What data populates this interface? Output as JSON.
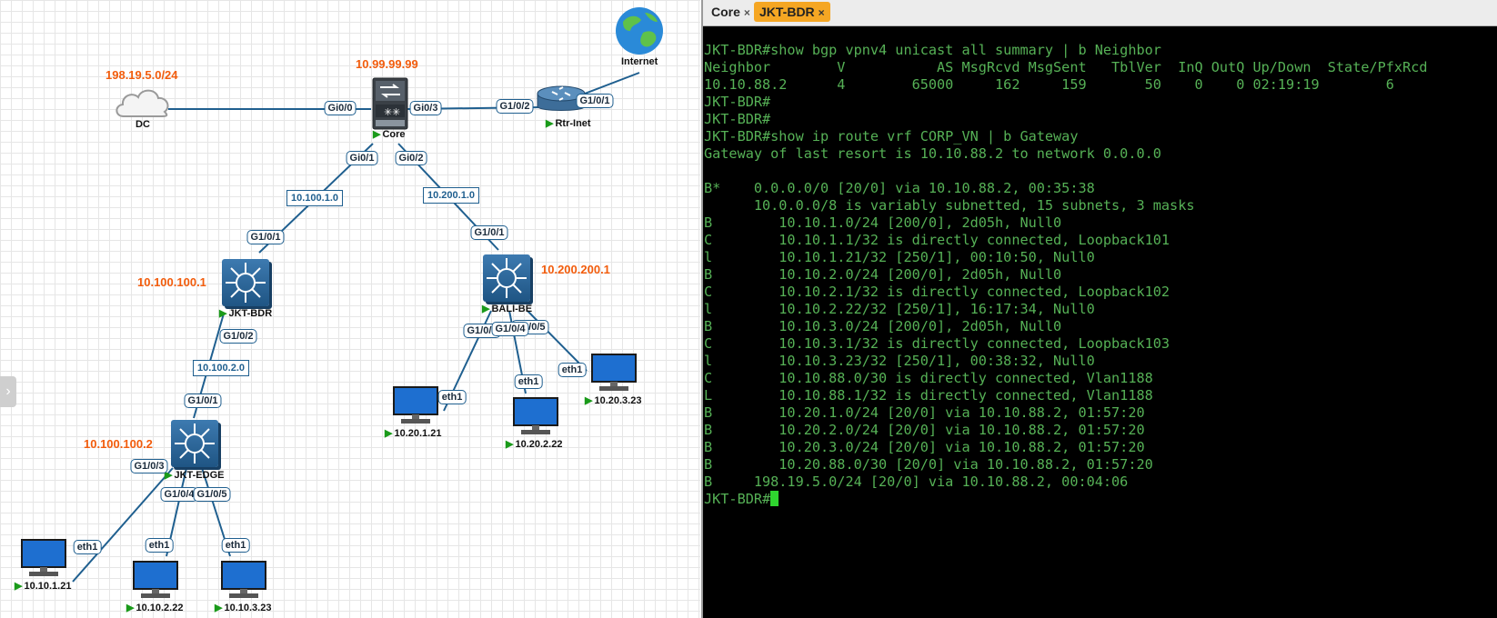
{
  "topology": {
    "cloud_label": "DC",
    "cloud_ip": "198.19.5.0/24",
    "internet_label": "Internet",
    "core": {
      "name": "Core",
      "ip": "10.99.99.99"
    },
    "router": {
      "name": "Rtr-Inet"
    },
    "jkt_bdr": {
      "name": "JKT-BDR",
      "ip": "10.100.100.1"
    },
    "jkt_edge": {
      "name": "JKT-EDGE",
      "ip": "10.100.100.2"
    },
    "bali_be": {
      "name": "BALI-BE",
      "ip": "10.200.200.1"
    },
    "hosts": {
      "h1": "10.10.1.21",
      "h2": "10.10.2.22",
      "h3": "10.10.3.23",
      "h4": "10.20.1.21",
      "h5": "10.20.2.22",
      "h6": "10.20.3.23"
    },
    "ports": {
      "core_gi00": "Gi0/0",
      "core_gi03": "Gi0/3",
      "core_gi01": "Gi0/1",
      "core_gi02": "Gi0/2",
      "rtr_g102": "G1/0/2",
      "rtr_g101": "G1/0/1",
      "bdr_g101": "G1/0/1",
      "bdr_g102": "G1/0/2",
      "edge_g101": "G1/0/1",
      "edge_g103": "G1/0/3",
      "edge_g104": "G1/0/4",
      "edge_g105": "G1/0/5",
      "bali_g101": "G1/0/1",
      "bali_g103": "G1/0/3",
      "bali_g104": "G1/0/4",
      "bali_g105": "G1/0/5",
      "eth1": "eth1"
    },
    "networks": {
      "n1": "10.100.1.0",
      "n2": "10.200.1.0",
      "n3": "10.100.2.0"
    }
  },
  "terminal": {
    "tabs": [
      {
        "label": "Core",
        "close": "×"
      },
      {
        "label": "JKT-BDR",
        "close": "×"
      }
    ],
    "lines": [
      "JKT-BDR#show bgp vpnv4 unicast all summary | b Neighbor",
      "Neighbor        V           AS MsgRcvd MsgSent   TblVer  InQ OutQ Up/Down  State/PfxRcd",
      "10.10.88.2      4        65000     162     159       50    0    0 02:19:19        6",
      "JKT-BDR#",
      "JKT-BDR#",
      "JKT-BDR#show ip route vrf CORP_VN | b Gateway",
      "Gateway of last resort is 10.10.88.2 to network 0.0.0.0",
      "",
      "B*    0.0.0.0/0 [20/0] via 10.10.88.2, 00:35:38",
      "      10.0.0.0/8 is variably subnetted, 15 subnets, 3 masks",
      "B        10.10.1.0/24 [200/0], 2d05h, Null0",
      "C        10.10.1.1/32 is directly connected, Loopback101",
      "l        10.10.1.21/32 [250/1], 00:10:50, Null0",
      "B        10.10.2.0/24 [200/0], 2d05h, Null0",
      "C        10.10.2.1/32 is directly connected, Loopback102",
      "l        10.10.2.22/32 [250/1], 16:17:34, Null0",
      "B        10.10.3.0/24 [200/0], 2d05h, Null0",
      "C        10.10.3.1/32 is directly connected, Loopback103",
      "l        10.10.3.23/32 [250/1], 00:38:32, Null0",
      "C        10.10.88.0/30 is directly connected, Vlan1188",
      "L        10.10.88.1/32 is directly connected, Vlan1188",
      "B        10.20.1.0/24 [20/0] via 10.10.88.2, 01:57:20",
      "B        10.20.2.0/24 [20/0] via 10.10.88.2, 01:57:20",
      "B        10.20.3.0/24 [20/0] via 10.10.88.2, 01:57:20",
      "B        10.20.88.0/30 [20/0] via 10.10.88.2, 01:57:20",
      "B     198.19.5.0/24 [20/0] via 10.10.88.2, 00:04:06"
    ],
    "prompt": "JKT-BDR#"
  },
  "colors": {
    "ip_label": "#f25c0c",
    "terminal_text": "#56b156",
    "active_tab": "#f5a623",
    "link": "#1f5f8f"
  },
  "icons": {
    "cloud": "cloud-icon",
    "globe": "globe-icon",
    "switch": "switch-icon",
    "multilayer_switch": "multilayer-switch-icon",
    "router": "router-icon",
    "pc": "desktop-pc-icon",
    "play": "play-icon",
    "expand": "chevron-right-icon"
  }
}
